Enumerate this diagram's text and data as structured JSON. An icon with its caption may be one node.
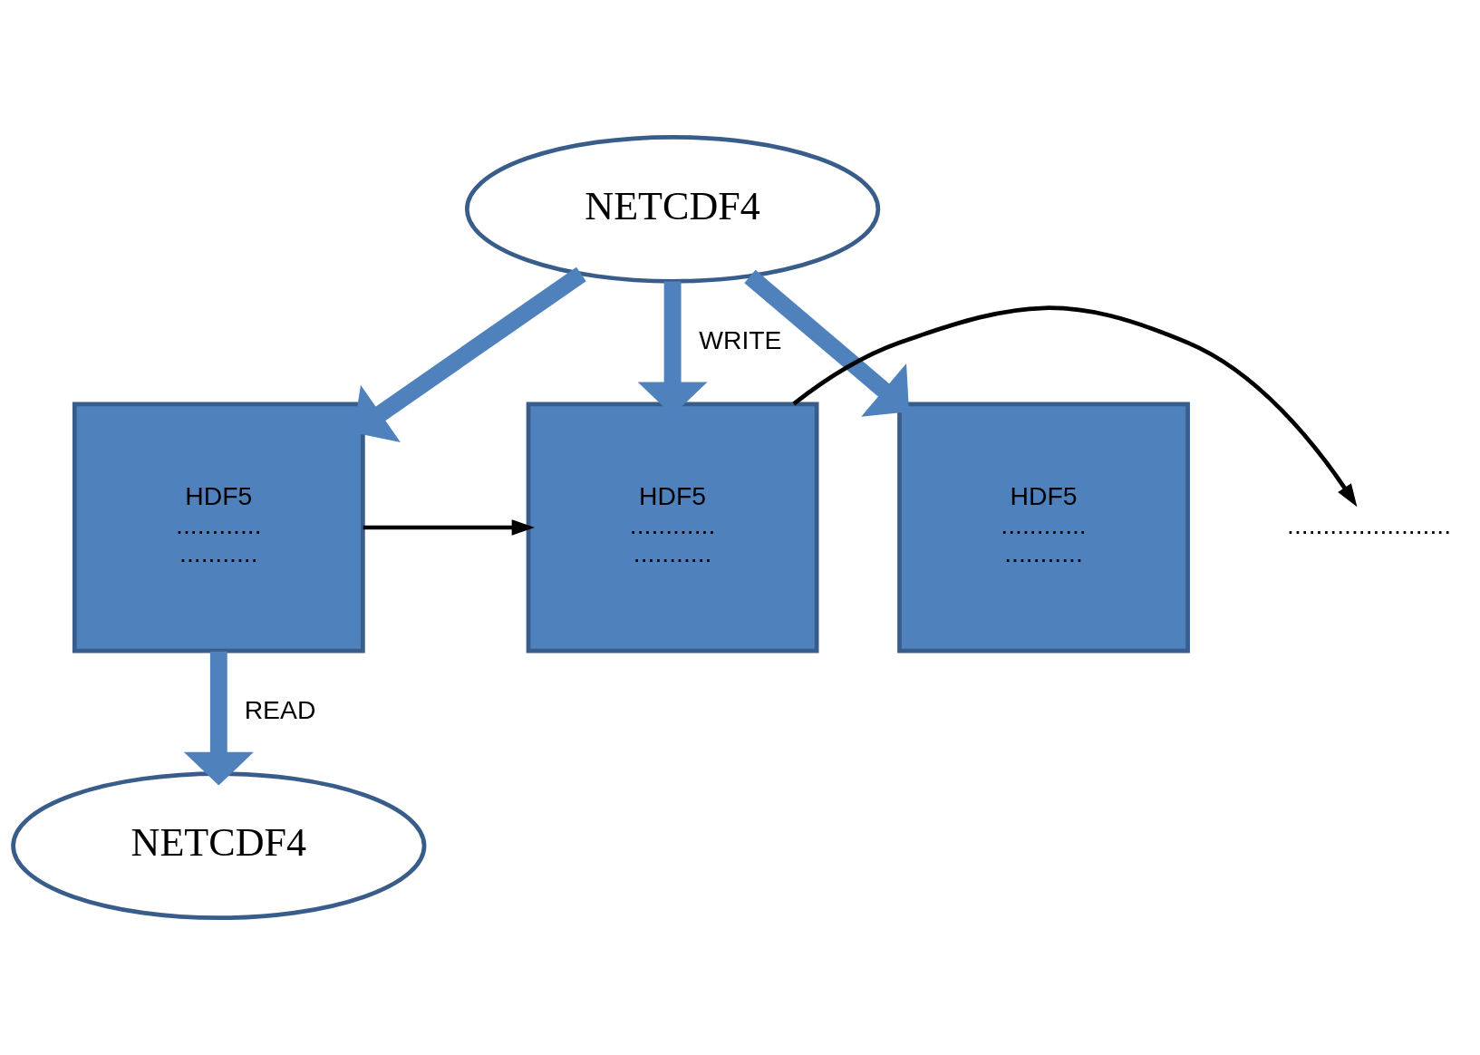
{
  "diagram": {
    "nodes": [
      {
        "text": [
          "NETCDF4"
        ]
      },
      {
        "text": [
          "HDF5",
          "............",
          "..........."
        ]
      },
      {
        "text": [
          "HDF5",
          "............",
          "..........."
        ]
      },
      {
        "text": [
          "HDF5",
          "............",
          "..........."
        ]
      },
      {
        "text": [
          "NETCDF4"
        ]
      },
      {
        "text": [
          "......................."
        ]
      }
    ],
    "edges": [
      {
        "from": 0,
        "to": 1,
        "arrow": "to"
      },
      {
        "from": 0,
        "to": 2,
        "arrow": "to",
        "label": "WRITE"
      },
      {
        "from": 0,
        "to": 3,
        "arrow": "to"
      },
      {
        "from": 1,
        "to": 2,
        "arrow": "to",
        "color": "#000000"
      },
      {
        "from": 2,
        "to": 5,
        "arrow": "to",
        "color": "#000000"
      },
      {
        "from": 1,
        "to": 4,
        "arrow": "to",
        "label": "READ"
      }
    ]
  }
}
